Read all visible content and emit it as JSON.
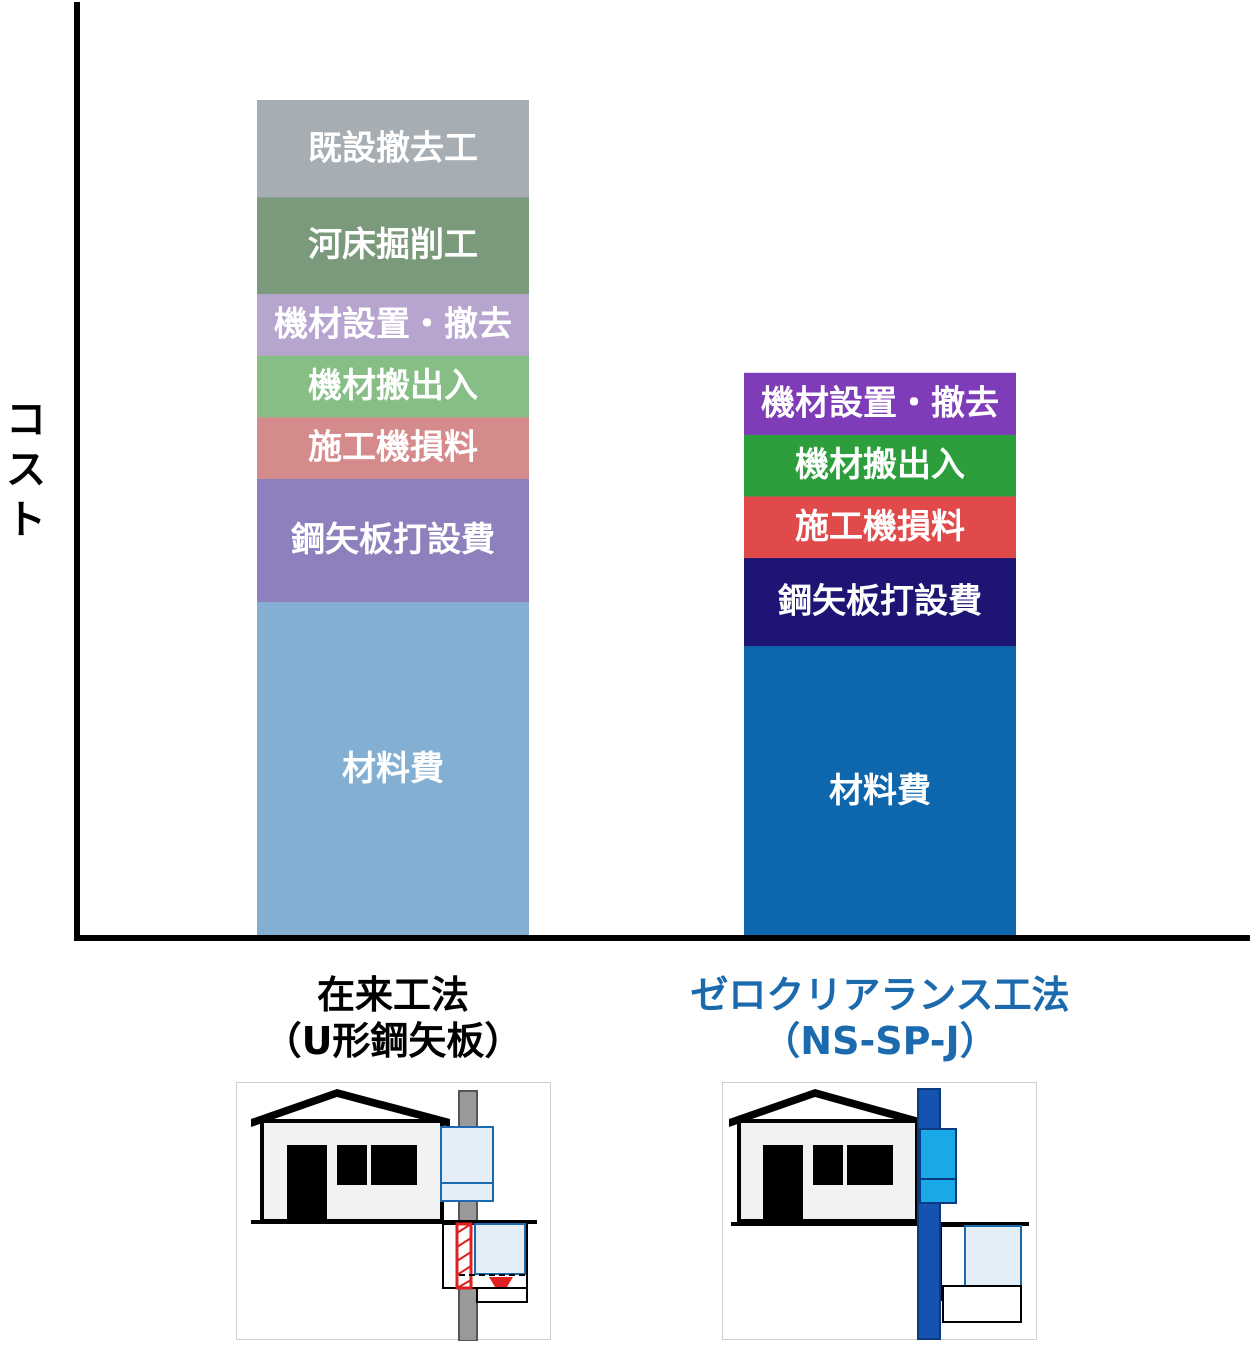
{
  "chart_data": {
    "type": "bar",
    "stacked": true,
    "ylabel": "コスト",
    "categories": [
      {
        "line1": "在来工法",
        "line2": "（U形鋼矢板）",
        "color": "#000000"
      },
      {
        "line1": "ゼロクリアランス工法",
        "line2": "（NS-SP-J）",
        "color": "#1a6aad"
      }
    ],
    "ylim": [
      0,
      100
    ],
    "grid": false,
    "legend": "none",
    "stacks": [
      {
        "segments": [
          {
            "name": "材料費",
            "value": 38,
            "color": "#83b0d2"
          },
          {
            "name": "鋼矢板打設費",
            "value": 14,
            "color": "#8d80bc"
          },
          {
            "name": "施工機損料",
            "value": 7,
            "color": "#d58b8b"
          },
          {
            "name": "機材搬出入",
            "value": 7,
            "color": "#86be86"
          },
          {
            "name": "機材設置・撤去",
            "value": 7,
            "color": "#b8a5cf"
          },
          {
            "name": "河床掘削工",
            "value": 11,
            "color": "#7b9a7b"
          },
          {
            "name": "既設撤去工",
            "value": 11,
            "color": "#a6adb3"
          }
        ]
      },
      {
        "segments": [
          {
            "name": "材料費",
            "value": 33,
            "color": "#0e66ac"
          },
          {
            "name": "鋼矢板打設費",
            "value": 10,
            "color": "#1e1474"
          },
          {
            "name": "施工機損料",
            "value": 7,
            "color": "#e04a4a"
          },
          {
            "name": "機材搬出入",
            "value": 7,
            "color": "#2c9e3c"
          },
          {
            "name": "機材設置・撤去",
            "value": 7,
            "color": "#7e3cb8"
          }
        ]
      }
    ]
  }
}
